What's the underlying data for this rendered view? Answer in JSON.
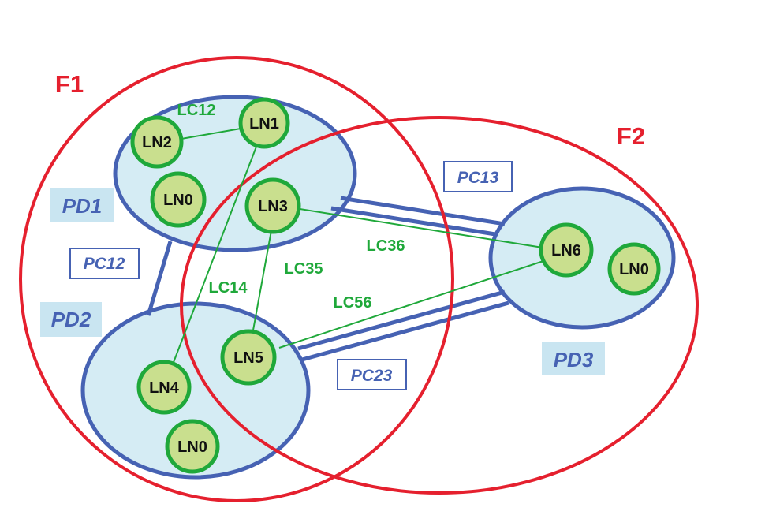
{
  "colors": {
    "flow_red": "#e5202e",
    "domain_fill": "#d5ecf4",
    "domain_border": "#4662b3",
    "node_fill": "#c9df8e",
    "node_border": "#1fa83a",
    "link_green": "#1fa83a",
    "pd_label_bg": "#c9e5f1",
    "pc_blue": "#4662b3"
  },
  "flows": {
    "f1": "F1",
    "f2": "F2"
  },
  "domains": {
    "pd1": "PD1",
    "pd2": "PD2",
    "pd3": "PD3"
  },
  "path_connections": {
    "pc12": "PC12",
    "pc13": "PC13",
    "pc23": "PC23"
  },
  "nodes": {
    "ln1": "LN1",
    "ln2": "LN2",
    "ln0_pd1": "LN0",
    "ln3": "LN3",
    "ln4": "LN4",
    "ln5": "LN5",
    "ln0_pd2": "LN0",
    "ln6": "LN6",
    "ln0_pd3": "LN0"
  },
  "links": {
    "lc12": "LC12",
    "lc14": "LC14",
    "lc35": "LC35",
    "lc36": "LC36",
    "lc56": "LC56"
  }
}
